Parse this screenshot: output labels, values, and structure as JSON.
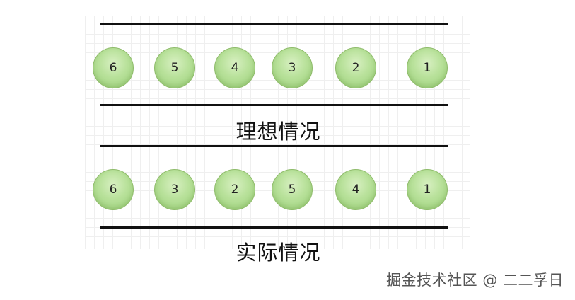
{
  "ideal": {
    "caption": "理想情况",
    "balls": [
      "6",
      "5",
      "4",
      "3",
      "2",
      "1"
    ]
  },
  "actual": {
    "caption": "实际情况",
    "balls": [
      "6",
      "3",
      "2",
      "5",
      "4",
      "1"
    ]
  },
  "watermark": "掘金技术社区 @ 二二孚日",
  "colors": {
    "ball_fill": "#b8e19a",
    "ball_border": "#8fbc6b",
    "rule": "#111111"
  }
}
